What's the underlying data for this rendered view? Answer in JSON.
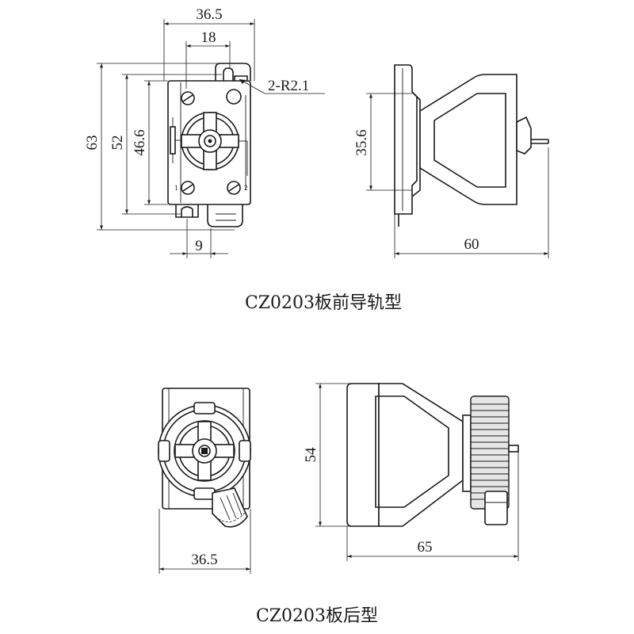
{
  "front_view": {
    "dim_width": "36.5",
    "dim_pitch": "18",
    "dim_radius": "2-R2.1",
    "dim_height_total": "63",
    "dim_height_52": "52",
    "dim_height_46": "46.6",
    "dim_offset": "9",
    "terminal_1": "1",
    "terminal_2": "2"
  },
  "front_side": {
    "dim_rail": "35.6",
    "dim_depth": "60"
  },
  "front_caption": "CZ0203板前导轨型",
  "rear_view": {
    "dim_width": "36.5"
  },
  "rear_side": {
    "dim_height": "54",
    "dim_depth": "65"
  },
  "rear_caption": "CZ0203板后型"
}
